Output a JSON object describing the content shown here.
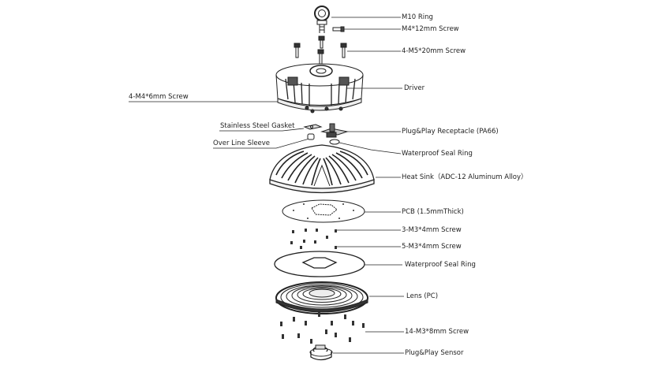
{
  "diagram": {
    "labels": {
      "m10_ring": "M10 Ring",
      "m4_12_screw": "M4*12mm Screw",
      "m5_20_screw": "4-M5*20mm Screw",
      "driver": "Driver",
      "m4_6_screw": "4-M4*6mm Screw",
      "gasket": "Stainless Steel Gasket",
      "sleeve": "Over Line Sleeve",
      "receptacle": "Plug&Play Receptacle (PA66)",
      "seal_ring_top": "Waterproof Seal Ring",
      "heat_sink": "Heat Sink（ADC-12 Aluminum Alloy）",
      "pcb": "PCB (1.5mmThick)",
      "m3_4_screw_3": "3-M3*4mm Screw",
      "m3_4_screw_5": "5-M3*4mm Screw",
      "seal_ring_bottom": "Waterproof Seal Ring",
      "lens": "Lens (PC)",
      "m3_8_screw": "14-M3*8mm Screw",
      "sensor": "Plug&Play Sensor"
    }
  }
}
